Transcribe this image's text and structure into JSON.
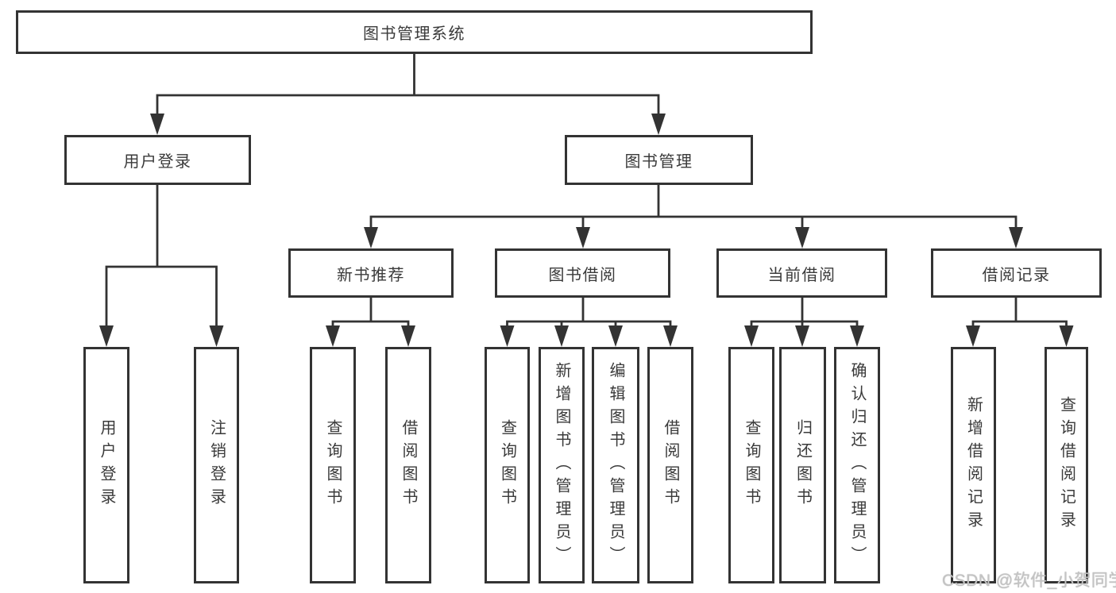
{
  "diagram": {
    "root": {
      "label": "图书管理系统",
      "children": [
        {
          "label": "用户登录",
          "children": [
            {
              "label": "用户登录"
            },
            {
              "label": "注销登录"
            }
          ]
        },
        {
          "label": "图书管理",
          "children": [
            {
              "label": "新书推荐",
              "children": [
                {
                  "label": "查询图书"
                },
                {
                  "label": "借阅图书"
                }
              ]
            },
            {
              "label": "图书借阅",
              "children": [
                {
                  "label": "查询图书"
                },
                {
                  "label": "新增图书（管理员）"
                },
                {
                  "label": "编辑图书（管理员）"
                },
                {
                  "label": "借阅图书"
                }
              ]
            },
            {
              "label": "当前借阅",
              "children": [
                {
                  "label": "查询图书"
                },
                {
                  "label": "归还图书"
                },
                {
                  "label": "确认归还（管理员）"
                }
              ]
            },
            {
              "label": "借阅记录",
              "children": [
                {
                  "label": "新增借阅记录"
                },
                {
                  "label": "查询借阅记录"
                }
              ]
            }
          ]
        }
      ]
    }
  },
  "watermark": {
    "text": "CSDN @软件_小贺同学"
  },
  "colors": {
    "line": "#333333",
    "text": "#3a3a3a",
    "background": "#ffffff",
    "watermark": "#c4c4c4"
  }
}
